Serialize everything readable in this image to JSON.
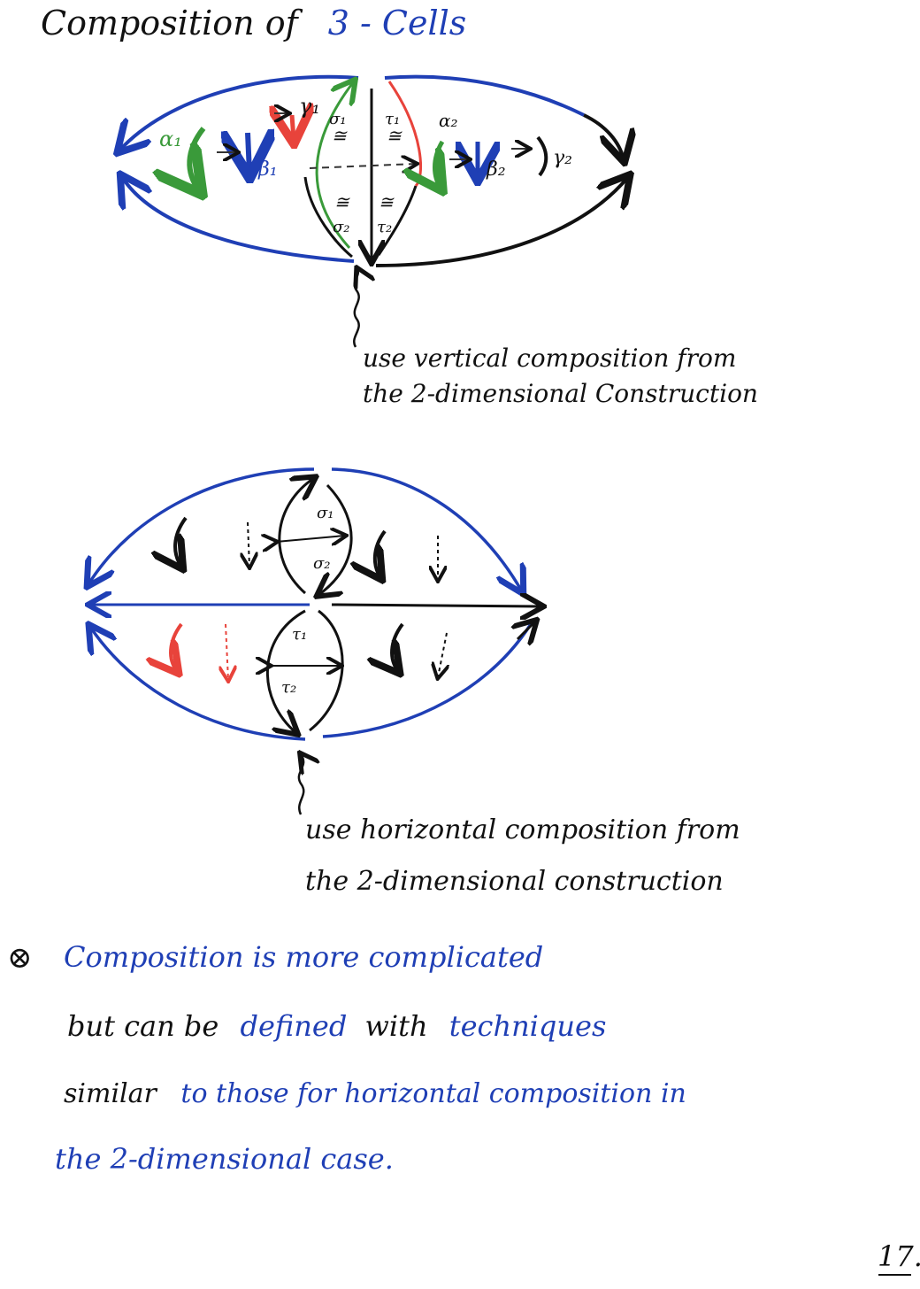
{
  "title": {
    "main": "Composition of",
    "highlight": "3 - Cells"
  },
  "diagram1": {
    "labels": {
      "alpha1": "α₁",
      "beta1": "β₁",
      "gamma1": "γ₁",
      "sigma1": "σ₁",
      "tau1": "τ₁",
      "sigma2": "σ₂",
      "tau2": "τ₂",
      "alpha2": "α₂",
      "beta2": "β₂",
      "gamma2": "γ₂"
    },
    "note_line1": "use vertical composition from",
    "note_line2": "the 2-dimensional Construction"
  },
  "diagram2": {
    "labels": {
      "sigma1": "σ₁",
      "sigma2": "σ₂",
      "tau1": "τ₁",
      "tau2": "τ₂"
    },
    "note_line1": "use horizontal composition from",
    "note_line2": "the 2-dimensional construction"
  },
  "remark": {
    "bullet": "⊗",
    "line1": "Composition is more complicated",
    "line2_black1": "but can be",
    "line2_blue1": "defined",
    "line2_black2": "with",
    "line2_blue2": "techniques",
    "line3_black": "similar",
    "line3_blue": "to those for horizontal composition in",
    "line4": "the 2-dimensional case."
  },
  "page_number": "17.",
  "colors": {
    "blue": "#1f3fb5",
    "green": "#3a9a3a",
    "red": "#e8433b",
    "black": "#111111"
  }
}
